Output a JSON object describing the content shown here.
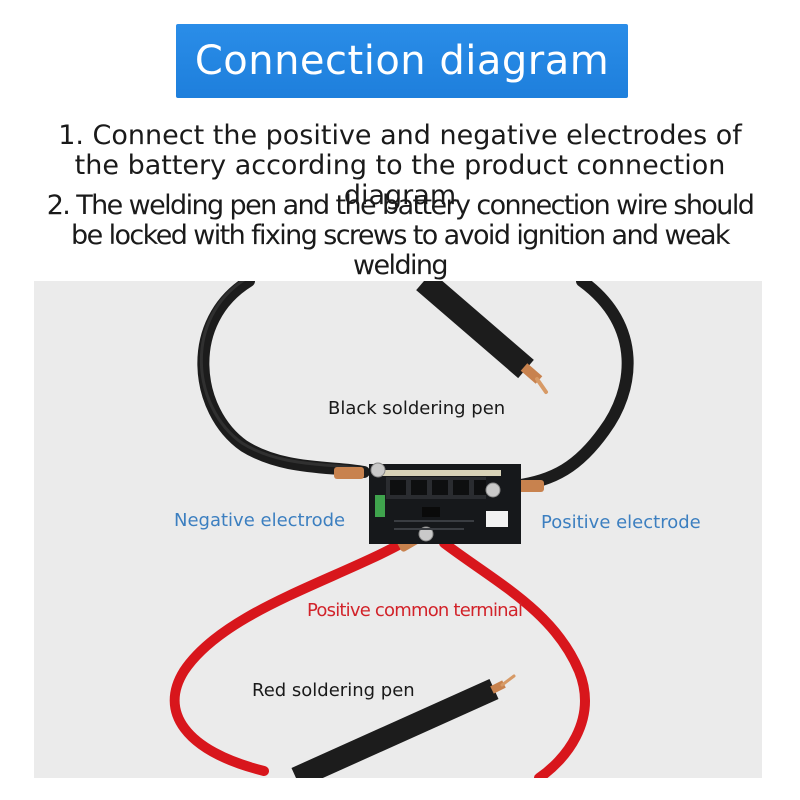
{
  "title": "Connection diagram",
  "instructions": [
    "1. Connect the positive and negative electrodes of the battery according to the product connection diagram",
    "2. The welding pen and the battery connection wire should be locked with fixing screws to avoid ignition and weak welding"
  ],
  "labels": {
    "black_pen": "Black soldering pen",
    "negative": "Negative electrode",
    "positive": "Positive electrode",
    "common": "Positive common terminal",
    "red_pen": "Red soldering pen"
  },
  "colors": {
    "title_bg": "#1e7fdc",
    "label_blue": "#3c7fc0",
    "label_red": "#d2232a",
    "wire_black": "#1c1c1c",
    "wire_red": "#d8161c",
    "copper": "#c8824e"
  }
}
